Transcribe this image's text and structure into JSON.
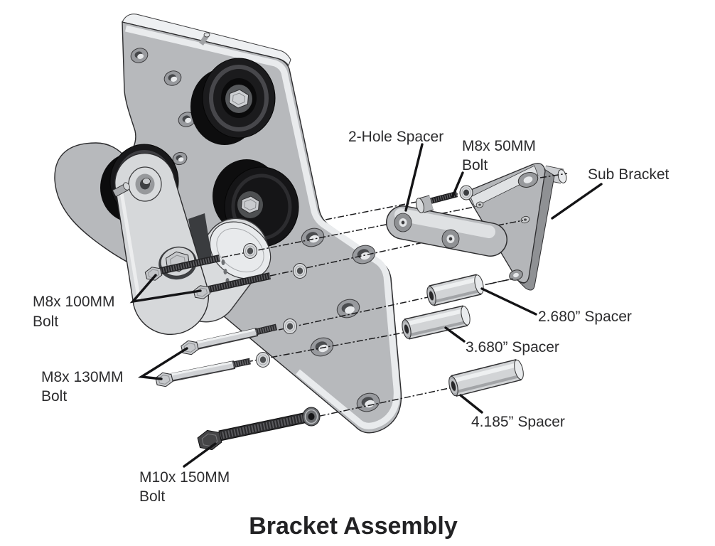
{
  "figure": {
    "title": "Bracket Assembly",
    "callouts": {
      "two_hole_spacer": "2-Hole Spacer",
      "m8x50_bolt": [
        "M8x 50MM",
        "Bolt"
      ],
      "sub_bracket": "Sub Bracket",
      "m8x100_bolt": [
        "M8x 100MM",
        "Bolt"
      ],
      "spacer_2_680": "2.680” Spacer",
      "spacer_3_680": "3.680” Spacer",
      "m8x130_bolt": [
        "M8x 130MM",
        "Bolt"
      ],
      "spacer_4_185": "4.185” Spacer",
      "m10x150_bolt": [
        "M10x 150MM",
        "Bolt"
      ]
    },
    "colors": {
      "background": "#ffffff",
      "ink": "#1b1b1d",
      "metal_mid": "#b7b9bc",
      "metal_light": "#d6d8da",
      "rubber_black": "#1a1a1c"
    }
  }
}
